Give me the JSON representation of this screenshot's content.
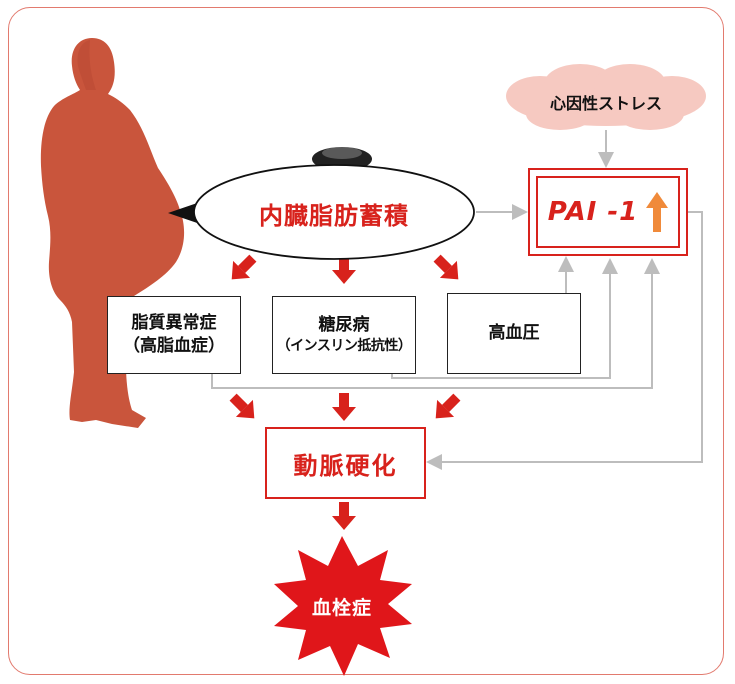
{
  "nodes": {
    "visceral_fat": "内臓脂肪蓄積",
    "dyslipidemia": {
      "line1": "脂質異常症",
      "line2": "（高脂血症）"
    },
    "diabetes": {
      "line1": "糖尿病",
      "line2": "（インスリン抵抗性）"
    },
    "hypertension": "高血圧",
    "pai1": "PAI -1",
    "stress": "心因性ストレス",
    "atherosclerosis": "動脈硬化",
    "thrombosis": "血栓症"
  },
  "colors": {
    "accent_red": "#d8221c",
    "figure_brown": "#c9553c",
    "stress_cloud": "#f6c9c1",
    "pai_arrow": "#f08a3a",
    "connector_gray": "#bdbdbd",
    "frame": "#e27a6e"
  },
  "icons": {
    "figure": "obese-person-silhouette-icon",
    "eye": "eye-shape-icon",
    "increase": "up-arrow-icon",
    "burst": "starburst-icon"
  }
}
